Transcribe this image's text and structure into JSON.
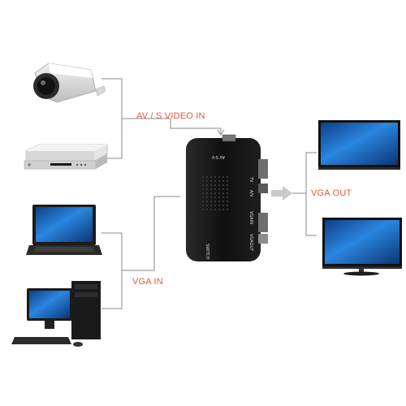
{
  "labels": {
    "av_svideo_in": "AV / S VIDEO IN",
    "vga_in": "VGA IN",
    "vga_out": "VGA OUT"
  },
  "device_markings": {
    "top_label": "AV S-V",
    "port_tv": "TV",
    "port_av": "A/V",
    "port_vga_in": "VGAIN",
    "port_vga_out": "VGAOUT",
    "switch": "SWITCH"
  },
  "colors": {
    "label_text": "#e35a3a",
    "connector_lines": "#8a8a8a",
    "converter_body": "#161616",
    "screen_blue": "#1f6fc9"
  },
  "icons": [
    "security-camera-icon",
    "dvd-player-icon",
    "laptop-icon",
    "desktop-pc-icon",
    "monitor-icon",
    "converter-box-icon"
  ]
}
